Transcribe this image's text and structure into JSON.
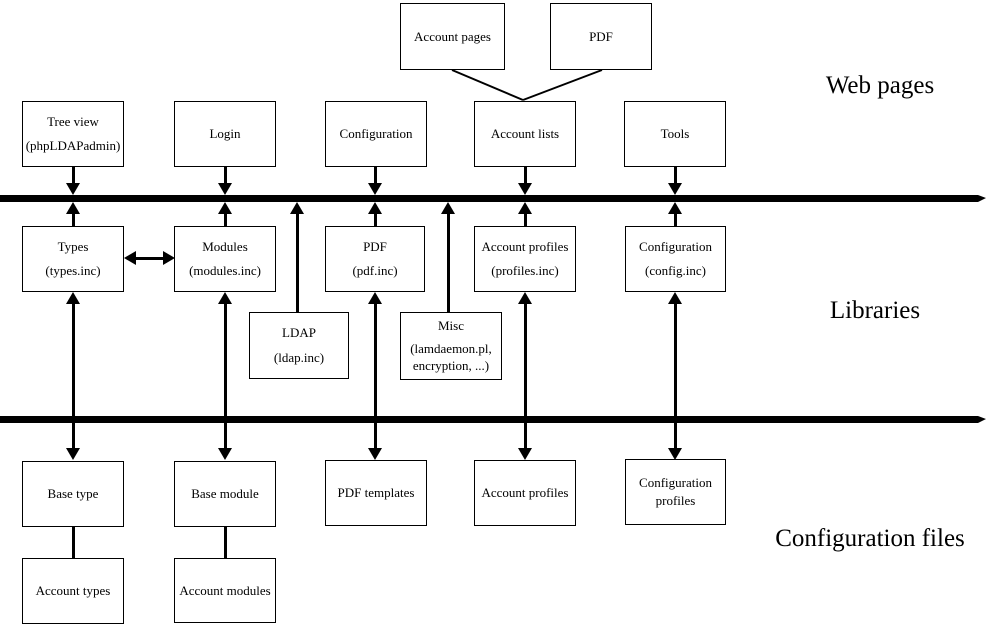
{
  "colors": {
    "ink": "#000000",
    "paper": "#ffffff"
  },
  "sections": {
    "web_pages": "Web pages",
    "libraries": "Libraries",
    "configuration_files": "Configuration files"
  },
  "nodes": {
    "account_pages": {
      "label": "Account pages"
    },
    "pdf_pages": {
      "label": "PDF"
    },
    "tree_view": {
      "line1": "Tree view",
      "line2": "(phpLDAPadmin)"
    },
    "login": {
      "label": "Login"
    },
    "configuration_page": {
      "label": "Configuration"
    },
    "account_lists": {
      "label": "Account lists"
    },
    "tools": {
      "label": "Tools"
    },
    "types": {
      "line1": "Types",
      "line2": "(types.inc)"
    },
    "modules": {
      "line1": "Modules",
      "line2": "(modules.inc)"
    },
    "pdf_lib": {
      "line1": "PDF",
      "line2": "(pdf.inc)"
    },
    "account_profiles_lib": {
      "line1": "Account profiles",
      "line2": "(profiles.inc)"
    },
    "configuration_lib": {
      "line1": "Configuration",
      "line2": "(config.inc)"
    },
    "ldap": {
      "line1": "LDAP",
      "line2": "(ldap.inc)"
    },
    "misc": {
      "line1": "Misc",
      "line2": "(lamdaemon.pl,",
      "line3": "encryption, ...)"
    },
    "base_type": {
      "label": "Base type"
    },
    "base_module": {
      "label": "Base module"
    },
    "pdf_templates": {
      "label": "PDF templates"
    },
    "account_profiles_files": {
      "label": "Account profiles"
    },
    "configuration_profiles": {
      "label": "Configuration profiles"
    },
    "account_types": {
      "label": "Account types"
    },
    "account_modules": {
      "label": "Account modules"
    }
  }
}
